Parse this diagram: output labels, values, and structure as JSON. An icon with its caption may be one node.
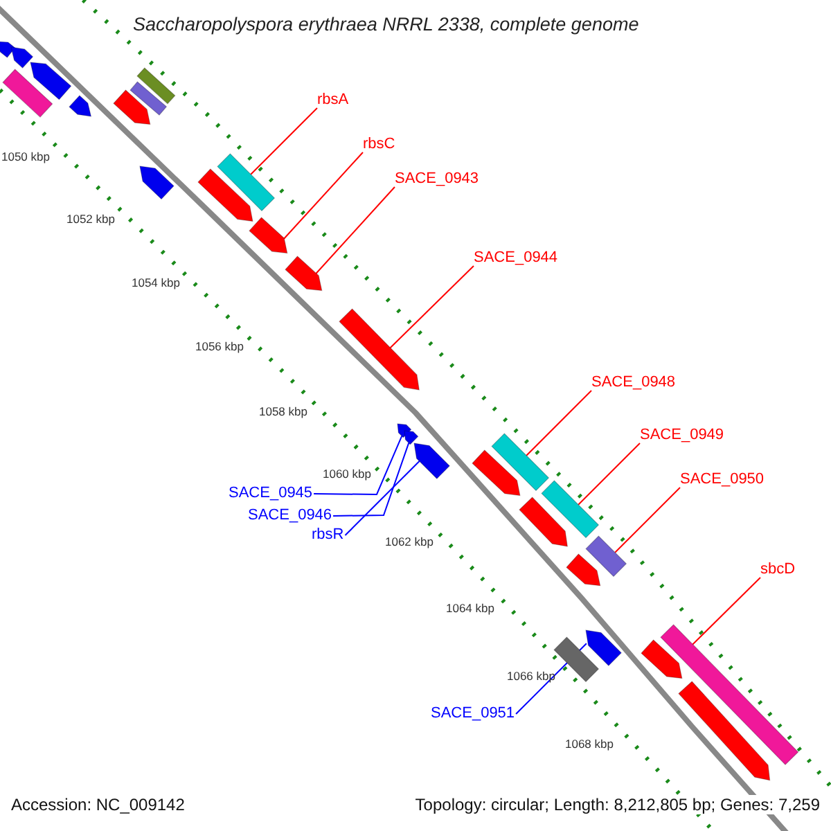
{
  "diagram": {
    "title": "Saccharopolyspora erythraea NRRL 2338, complete genome",
    "nodes": [
      {
        "text": [
          "rbsA"
        ]
      },
      {
        "text": [
          "rbsC"
        ]
      },
      {
        "text": [
          "SACE_0943"
        ]
      },
      {
        "text": [
          "SACE_0944"
        ]
      },
      {
        "text": [
          "SACE_0948"
        ]
      },
      {
        "text": [
          "SACE_0949"
        ]
      },
      {
        "text": [
          "SACE_0950"
        ]
      },
      {
        "text": [
          "sbcD"
        ]
      },
      {
        "text": [
          "SACE_0945"
        ]
      },
      {
        "text": [
          "SACE_0946"
        ]
      },
      {
        "text": [
          "rbsR"
        ]
      },
      {
        "text": [
          "SACE_0951"
        ]
      },
      {
        "text": [],
        "shape": "bar"
      },
      {
        "text": [],
        "shape": "bar"
      },
      {
        "text": [],
        "shape": "bar"
      },
      {
        "text": [],
        "shape": "bar"
      },
      {
        "text": [],
        "shape": "bar"
      },
      {
        "text": [],
        "shape": "bar"
      },
      {
        "text": [],
        "shape": "bar"
      },
      {
        "text": [],
        "shape": "bar"
      },
      {
        "text": [],
        "shape": "bar"
      },
      {
        "text": [],
        "shape": "bar"
      },
      {
        "text": [],
        "shape": "bar"
      },
      {
        "text": [],
        "shape": "bar"
      },
      {
        "text": [],
        "shape": "bar"
      },
      {
        "text": [],
        "shape": "bar"
      },
      {
        "text": [],
        "shape": "bar"
      },
      {
        "text": [],
        "shape": "bar"
      },
      {
        "text": [],
        "shape": "bar"
      },
      {
        "text": [],
        "shape": "bar"
      },
      {
        "text": [],
        "shape": "bar"
      },
      {
        "text": [],
        "shape": "bar"
      },
      {
        "text": [],
        "shape": "bar"
      },
      {
        "text": [],
        "shape": "bar"
      },
      {
        "text": [],
        "shape": "bar"
      },
      {
        "text": [],
        "shape": "bar"
      },
      {
        "text": [],
        "shape": "bar"
      },
      {
        "text": [],
        "shape": "bar"
      },
      {
        "text": [],
        "shape": "bar"
      },
      {
        "text": [],
        "shape": "bar"
      }
    ],
    "edges": [
      {
        "from": 0,
        "to": 12,
        "arrow": "none"
      },
      {
        "from": 1,
        "to": 13,
        "arrow": "none"
      },
      {
        "from": 2,
        "to": 14,
        "arrow": "none"
      },
      {
        "from": 3,
        "to": 15,
        "arrow": "none"
      },
      {
        "from": 4,
        "to": 16,
        "arrow": "none"
      },
      {
        "from": 5,
        "to": 17,
        "arrow": "none"
      },
      {
        "from": 6,
        "to": 18,
        "arrow": "none"
      },
      {
        "from": 7,
        "to": 19,
        "arrow": "none"
      },
      {
        "from": 8,
        "to": 20,
        "arrow": "none",
        "color": "#0000ff"
      },
      {
        "from": 9,
        "to": 21,
        "arrow": "none",
        "color": "#0000ff"
      },
      {
        "from": 10,
        "to": 22,
        "arrow": "none",
        "color": "#0000ff"
      },
      {
        "from": 11,
        "to": 23,
        "arrow": "none",
        "color": "#0000ff"
      }
    ],
    "labels": [
      "1050 kbp",
      "1052 kbp",
      "1054 kbp",
      "1056 kbp",
      "1058 kbp",
      "1060 kbp",
      "1062 kbp",
      "1064 kbp",
      "1066 kbp",
      "1068 kbp",
      "Accession: NC_009142",
      "Topology: circular; Length: 8,212,805 bp; Genes: 7,259"
    ]
  }
}
